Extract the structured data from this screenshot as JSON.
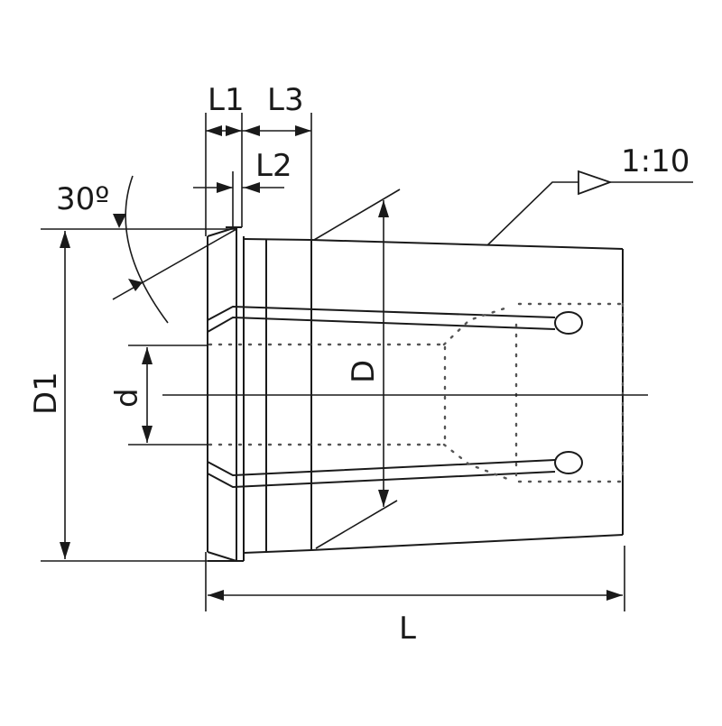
{
  "drawing": {
    "title": "Collet technical drawing",
    "colors": {
      "line": "#1a1a1a",
      "hidden_line": "#555555",
      "background": "#ffffff"
    },
    "dimensions": {
      "L1": "L1",
      "L2": "L2",
      "L3": "L3",
      "L": "L",
      "D": "D",
      "D1": "D1",
      "d": "d",
      "angle": "30º",
      "taper": "1:10"
    }
  }
}
